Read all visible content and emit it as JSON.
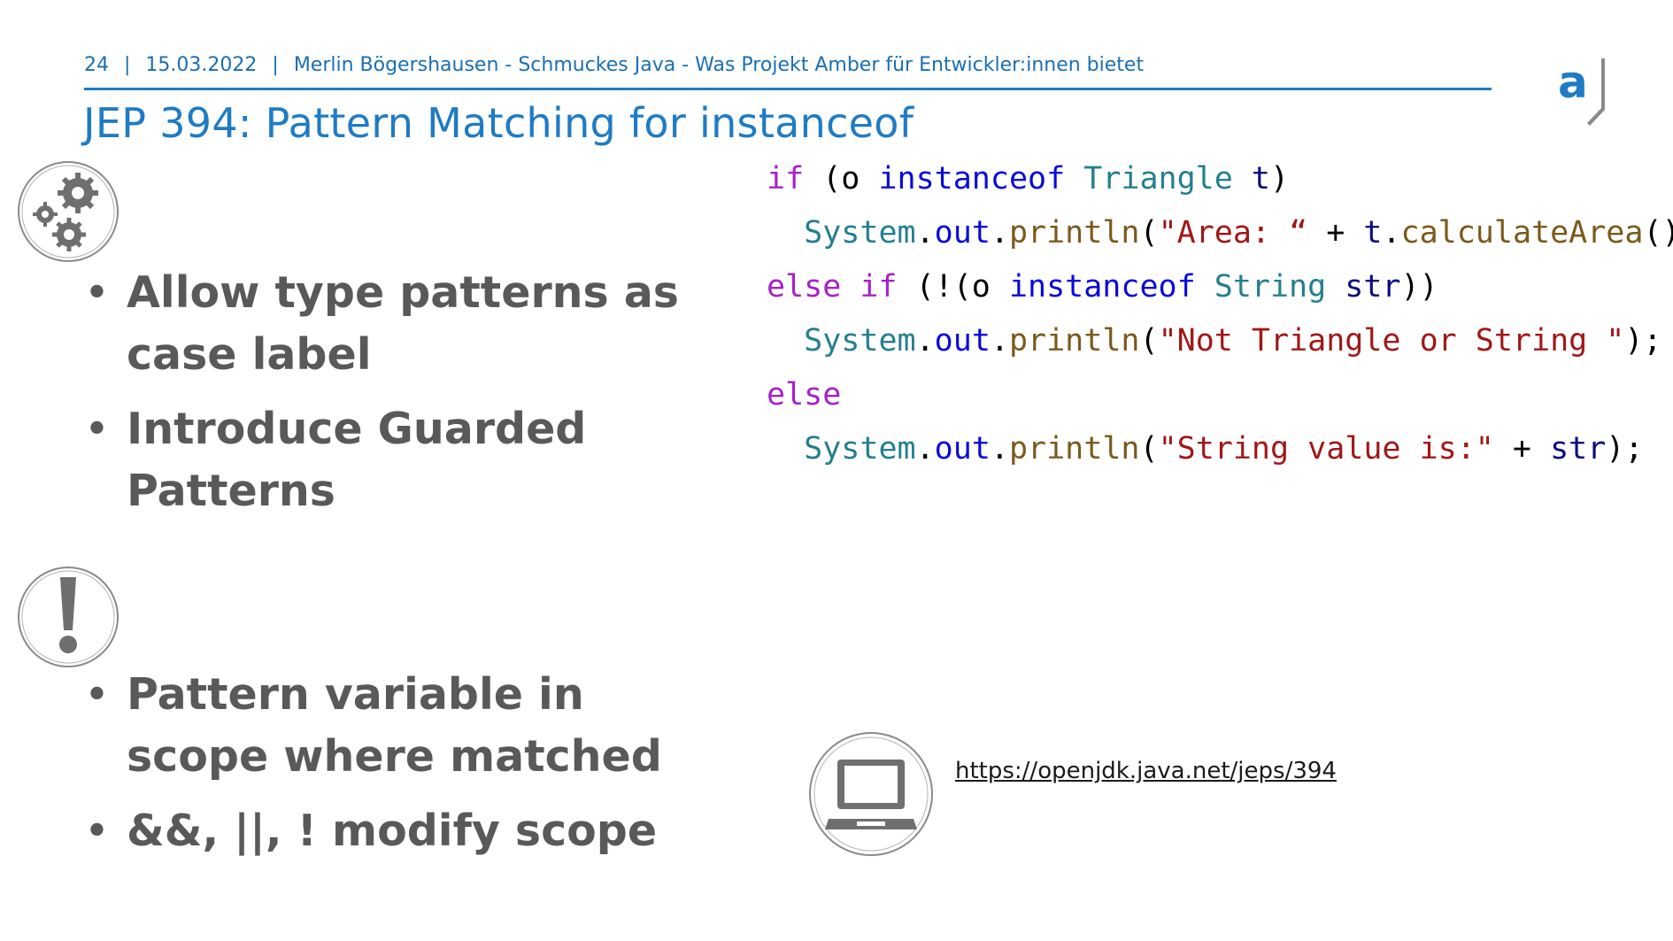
{
  "header": {
    "page_number": "24",
    "date": "15.03.2022",
    "talk": "Merlin Bögershausen - Schmuckes Java - Was Projekt Amber für Entwickler:innen bietet",
    "separator": "|"
  },
  "logo": {
    "text": "a",
    "color": "#1f7bc4"
  },
  "title": "JEP 394: Pattern Matching for instanceof",
  "icons": {
    "top": "gears-icon",
    "bottom": "exclamation-icon",
    "link": "laptop-icon"
  },
  "bullets_top": [
    "Allow type patterns as case label",
    "Introduce Guarded Patterns"
  ],
  "bullets_bottom": [
    "Pattern variable in scope where matched",
    "&&,  ||, ! modify scope"
  ],
  "code": {
    "line1": {
      "if": "if",
      "open": " (o ",
      "instanceof": "instanceof",
      "type": "Triangle",
      "var": "t",
      "close": ")"
    },
    "line2": {
      "indent": "  ",
      "system": "System",
      "dot1": ".",
      "out": "out",
      "dot2": ".",
      "println": "println",
      "paren": "(",
      "str": "\"Area: “",
      "plus": " + ",
      "var": "t",
      "dot3": ".",
      "method": "calculateArea",
      "end": "());"
    },
    "line3": {
      "else_if": "else if",
      "open": " (!(o ",
      "instanceof": "instanceof",
      "type": "String",
      "var": "str",
      "close": "))"
    },
    "line4": {
      "indent": "  ",
      "system": "System",
      "dot1": ".",
      "out": "out",
      "dot2": ".",
      "println": "println",
      "paren": "(",
      "str": "\"Not Triangle or String \"",
      "end": ");"
    },
    "line5": {
      "else": "else"
    },
    "line6": {
      "indent": "  ",
      "system": "System",
      "dot1": ".",
      "out": "out",
      "dot2": ".",
      "println": "println",
      "paren": "(",
      "str": "\"String value is:\"",
      "plus": " + ",
      "var": "str",
      "end": ");"
    }
  },
  "link": "https://openjdk.java.net/jeps/394",
  "colors": {
    "accent": "#1f7bc4",
    "bullet_text": "#595959",
    "keyword": "#a621c8",
    "string": "#a01818",
    "type": "#257f8e"
  }
}
